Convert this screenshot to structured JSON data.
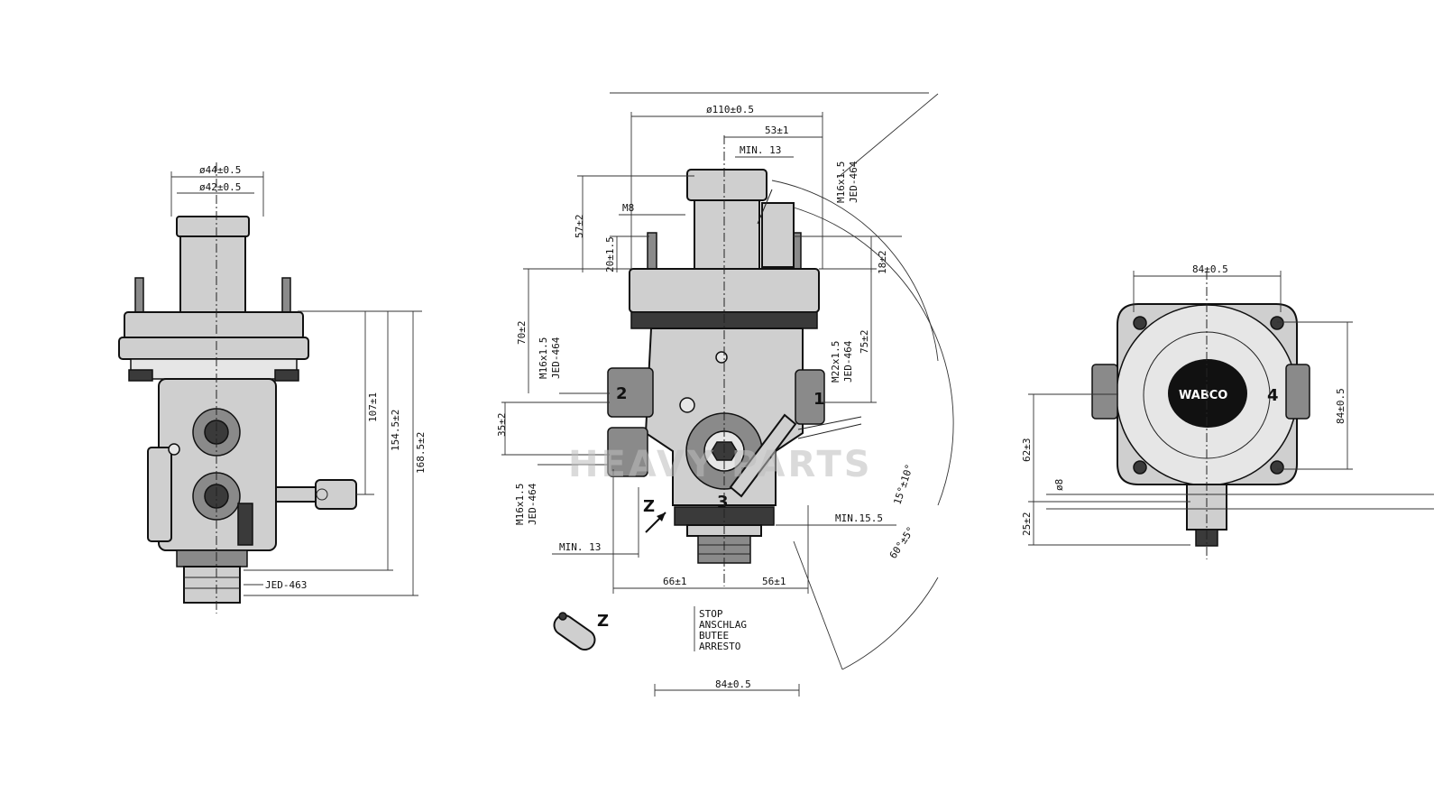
{
  "dimensions": {
    "d44": "ø44±0.5",
    "d42": "ø42±0.5",
    "d110": "ø110±0.5",
    "d53": "53±1",
    "min13_top": "MIN. 13",
    "m8": "M8",
    "d57": "57±2",
    "d20": "20±1.5",
    "d18": "18±2",
    "d70": "70±2",
    "d75": "75±2",
    "d35": "35±2",
    "d107": "107±1",
    "d154": "154.5±2",
    "d168": "168.5±2",
    "d66": "66±1",
    "d56": "56±1",
    "min13_bottom": "MIN. 13",
    "min155": "MIN.15.5",
    "d84_bottom": "84±0.5",
    "d84_right_top": "84±0.5",
    "d84_right_side": "84±0.5",
    "d62": "62±3",
    "d8": "ø8",
    "d25": "25±2",
    "angle15": "15°±10°",
    "angle60": "60°±5°"
  },
  "threads": {
    "top": [
      "M16x1.5",
      "JED-464"
    ],
    "port2": [
      "M16x1.5",
      "JED-464"
    ],
    "port1": [
      "M22x1.5",
      "JED-464"
    ],
    "port3": [
      "M16x1.5",
      "JED-464"
    ],
    "bottom_left": "JED-463"
  },
  "ports": {
    "p1": "1",
    "p2": "2",
    "p3": "3",
    "p4": "4"
  },
  "view_z": "Z",
  "stop_label": [
    "STOP",
    "ANSCHLAG",
    "BUTEE",
    "ARRESTO"
  ],
  "brand": "WABCO",
  "watermark": "HEAVY PARTS"
}
